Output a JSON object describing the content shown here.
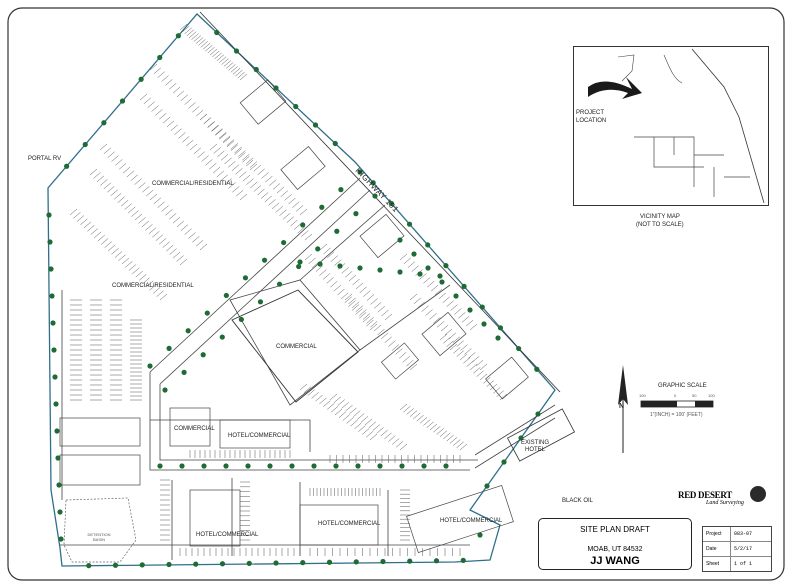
{
  "roads": {
    "highway": "HIGHWAY 191",
    "portal": "PORTAL RV",
    "black_oil": "BLACK OIL"
  },
  "parcels": {
    "commercial_residential_1": "COMMERCIAL/RESIDENTIAL",
    "commercial_residential_2": "COMMERCIAL/RESIDENTIAL",
    "commercial_center": "COMMERCIAL",
    "commercial_west": "COMMERCIAL",
    "hotel_commercial_1": "HOTEL/COMMERCIAL",
    "hotel_commercial_2": "HOTEL/COMMERCIAL",
    "hotel_commercial_3": "HOTEL/COMMERCIAL",
    "hotel_commercial_4": "HOTEL/COMMERCIAL",
    "existing_hotel": "EXISTING HOTEL",
    "detention_basin": "DETENTION BASIN"
  },
  "vicinity_map": {
    "project_location": "PROJECT LOCATION",
    "caption": "VICINITY MAP",
    "caption_note": "(NOT TO SCALE)"
  },
  "graphic_scale": {
    "title": "GRAPHIC SCALE",
    "ticks": [
      "100",
      "0",
      "50",
      "100"
    ],
    "ratio": "1\"(INCH) = 100' (FEET)",
    "north": "N"
  },
  "title_block": {
    "title": "SITE PLAN DRAFT",
    "location": "MOAB, UT 84532",
    "client": "JJ WANG"
  },
  "info_block": {
    "project_label": "Project",
    "project_value": "083-07",
    "date_label": "Date",
    "date_value": "5/2/17",
    "sheet_label": "Sheet",
    "sheet_value": "1 of 1"
  },
  "logo": {
    "name": "RED DESERT",
    "sub": "Land Surveying"
  },
  "colors": {
    "ink": "#222222",
    "tree": "#1f6b35",
    "boundary": "#2f6f8a",
    "parking": "#555555"
  }
}
